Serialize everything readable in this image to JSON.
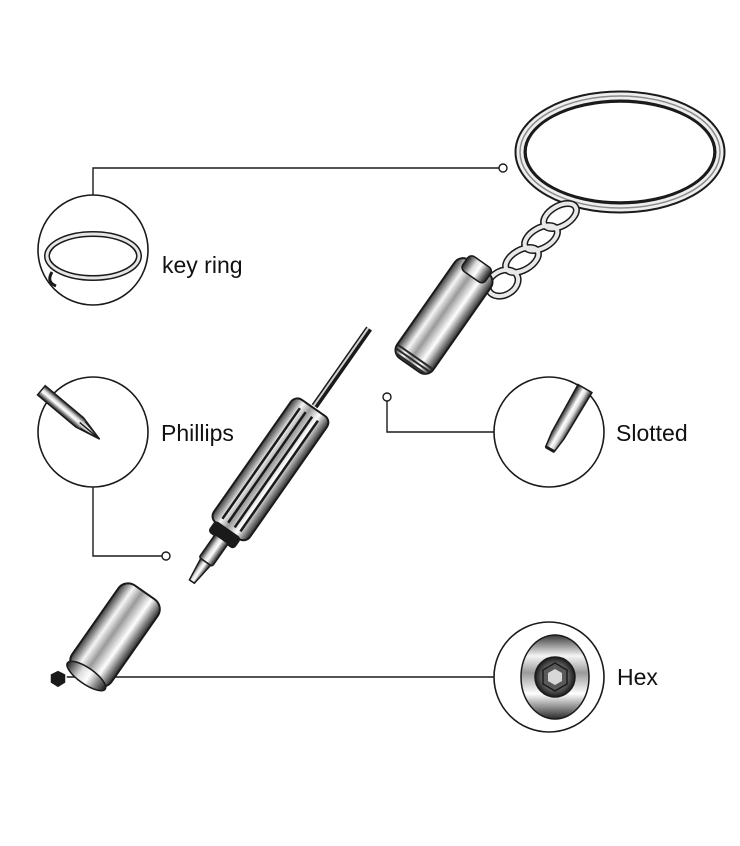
{
  "labels": {
    "key_ring": "key ring",
    "phillips": "Phillips",
    "slotted": "Slotted",
    "hex": "Hex"
  },
  "colors": {
    "line": "#1a1a1a",
    "metal_dark": "#2a2a2a",
    "metal_light": "#f2f2f2",
    "background": "#ffffff"
  }
}
